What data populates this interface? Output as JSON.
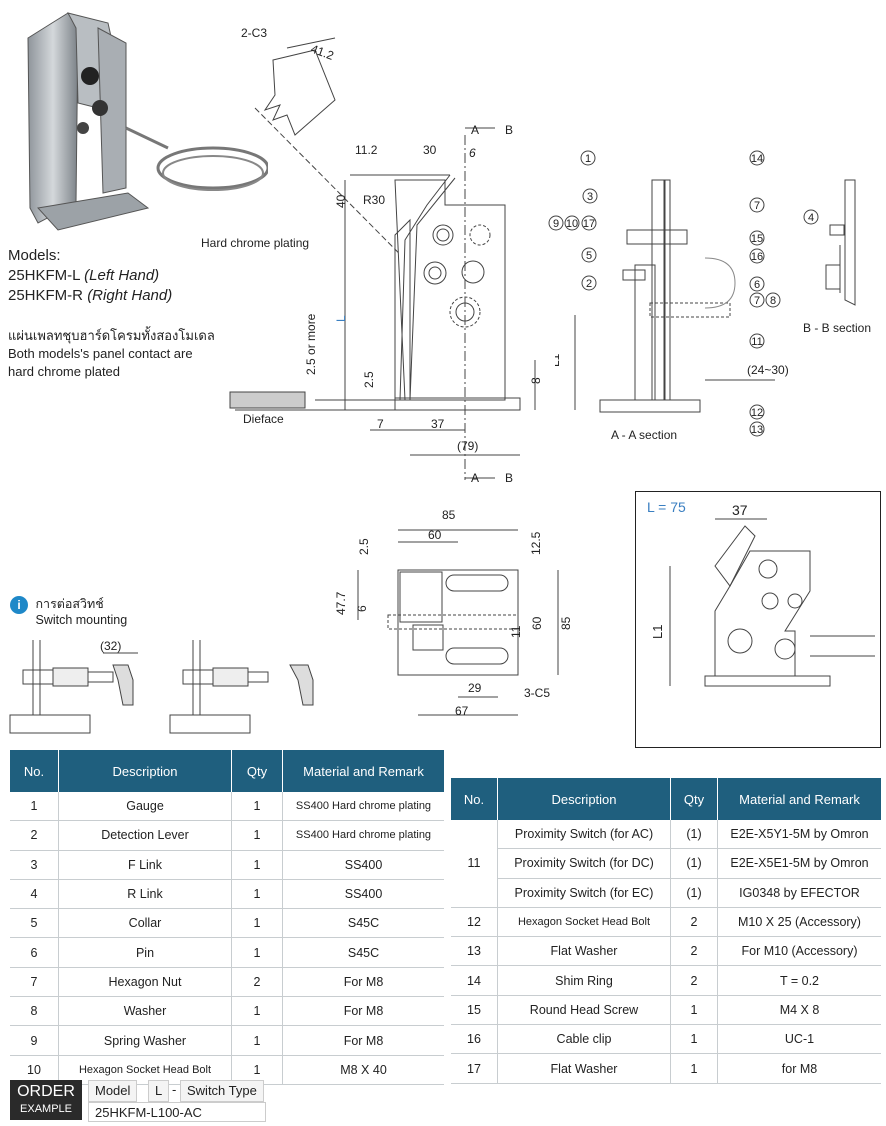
{
  "models": {
    "title": "Models:",
    "left_code": "25HKFM-L",
    "left_name": "(Left Hand)",
    "right_code": "25HKFM-R",
    "right_name": "(Right Hand)",
    "thai_note": "แผ่นเพลทชุบฮาร์ดโครมทั้งสองโมเดล",
    "note_line1": "Both models's panel contact are",
    "note_line2": "hard chrome plated"
  },
  "switch_mounting": {
    "thai_label": "การต่อสวิทช์",
    "label": "Switch mounting",
    "dim": "(32)"
  },
  "drawing_labels": {
    "c3": "2-C3",
    "d412": "41.2",
    "d112": "11.2",
    "d30": "30",
    "d6": "6",
    "r30": "R30",
    "d40": "40",
    "hard_chrome": "Hard chrome plating",
    "d25more": "2.5 or more",
    "L": "L",
    "d25": "2.5",
    "d8": "8",
    "dieface": "Dieface",
    "d7": "7",
    "d37": "37",
    "d79": "(79)",
    "A": "A",
    "B": "B",
    "L1": "L1",
    "d2430": "(24~30)",
    "aa_section": "A - A section",
    "bb_section": "B - B section",
    "d85": "85",
    "d60": "60",
    "d125": "12.5",
    "d477": "47.7",
    "d11": "11",
    "d29": "29",
    "d67": "67",
    "c5": "3-C5",
    "l75": "L = 75",
    "b_d37": "37",
    "b_L1": "L1"
  },
  "balloons": [
    "1",
    "3",
    "9",
    "10",
    "17",
    "5",
    "2",
    "14",
    "7",
    "15",
    "16",
    "6",
    "7",
    "8",
    "11",
    "12",
    "13",
    "4"
  ],
  "table_left": {
    "headers": [
      "No.",
      "Description",
      "Qty",
      "Material and Remark"
    ],
    "rows": [
      {
        "no": "1",
        "desc": "Gauge",
        "qty": "1",
        "mat": "SS400 Hard chrome plating"
      },
      {
        "no": "2",
        "desc": "Detection Lever",
        "qty": "1",
        "mat": "SS400 Hard chrome plating"
      },
      {
        "no": "3",
        "desc": "F Link",
        "qty": "1",
        "mat": "SS400"
      },
      {
        "no": "4",
        "desc": "R Link",
        "qty": "1",
        "mat": "SS400"
      },
      {
        "no": "5",
        "desc": "Collar",
        "qty": "1",
        "mat": "S45C"
      },
      {
        "no": "6",
        "desc": "Pin",
        "qty": "1",
        "mat": "S45C"
      },
      {
        "no": "7",
        "desc": "Hexagon Nut",
        "qty": "2",
        "mat": "For M8"
      },
      {
        "no": "8",
        "desc": "Washer",
        "qty": "1",
        "mat": "For M8"
      },
      {
        "no": "9",
        "desc": "Spring Washer",
        "qty": "1",
        "mat": "For M8"
      },
      {
        "no": "10",
        "desc": "Hexagon Socket Head Bolt",
        "qty": "1",
        "mat": "M8 X 40"
      }
    ]
  },
  "table_right": {
    "headers": [
      "No.",
      "Description",
      "Qty",
      "Material and Remark"
    ],
    "row11": {
      "no": "11",
      "items": [
        {
          "desc": "Proximity Switch (for AC)",
          "qty": "(1)",
          "mat": "E2E-X5Y1-5M by Omron"
        },
        {
          "desc": "Proximity Switch (for DC)",
          "qty": "(1)",
          "mat": "E2E-X5E1-5M by Omron"
        },
        {
          "desc": "Proximity Switch (for EC)",
          "qty": "(1)",
          "mat": "IG0348 by EFECTOR"
        }
      ]
    },
    "rows": [
      {
        "no": "12",
        "desc": "Hexagon Socket Head Bolt",
        "qty": "2",
        "mat": "M10 X 25 (Accessory)"
      },
      {
        "no": "13",
        "desc": "Flat Washer",
        "qty": "2",
        "mat": "For M10 (Accessory)"
      },
      {
        "no": "14",
        "desc": "Shim Ring",
        "qty": "2",
        "mat": "T = 0.2"
      },
      {
        "no": "15",
        "desc": "Round Head Screw",
        "qty": "1",
        "mat": "M4 X 8"
      },
      {
        "no": "16",
        "desc": "Cable clip",
        "qty": "1",
        "mat": "UC-1"
      },
      {
        "no": "17",
        "desc": "Flat Washer",
        "qty": "1",
        "mat": "for M8"
      }
    ]
  },
  "order": {
    "line1": "ORDER",
    "line2": "EXAMPLE",
    "model_label": "Model",
    "l_label": "L",
    "dash": "-",
    "switch_label": "Switch Type",
    "example": "25HKFM-L100-AC"
  },
  "colors": {
    "header_bg": "#1f5f7e",
    "l75_blue": "#3a7fc1",
    "info_blue": "#1e88c8"
  }
}
